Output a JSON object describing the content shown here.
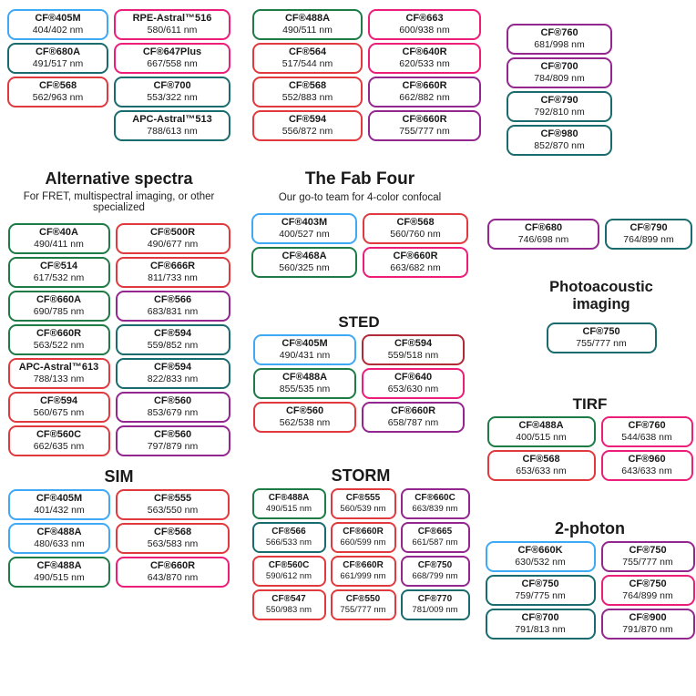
{
  "colors": {
    "blue": "#3FA9F5",
    "green": "#1E7B45",
    "teal": "#1A6B6E",
    "red": "#E03A3E",
    "crimson": "#B12A37",
    "pink": "#EC1E79",
    "purple": "#93278F"
  },
  "groups": {
    "top_left": {
      "columns": [
        [
          {
            "name": "CF®405M",
            "value": "404/402 nm",
            "color": "blue"
          },
          {
            "name": "CF®680A",
            "value": "491/517 nm",
            "color": "teal"
          },
          {
            "name": "CF®568",
            "value": "562/963 nm",
            "color": "red"
          }
        ],
        [
          {
            "name": "RPE-Astral™516",
            "value": "580/611 nm",
            "color": "pink"
          },
          {
            "name": "CF®647Plus",
            "value": "667/558 nm",
            "color": "pink"
          },
          {
            "name": "CF®700",
            "value": "553/322 nm",
            "color": "teal"
          },
          {
            "name": "APC-Astral™513",
            "value": "788/613 nm",
            "color": "teal"
          }
        ]
      ]
    },
    "top_mid": {
      "columns": [
        [
          {
            "name": "CF®488A",
            "value": "490/511 nm",
            "color": "green"
          },
          {
            "name": "CF®564",
            "value": "517/544 nm",
            "color": "red"
          },
          {
            "name": "CF®568",
            "value": "552/883 nm",
            "color": "red"
          },
          {
            "name": "CF®594",
            "value": "556/872 nm",
            "color": "red"
          }
        ],
        [
          {
            "name": "CF®663",
            "value": "600/938 nm",
            "color": "pink"
          },
          {
            "name": "CF®640R",
            "value": "620/533 nm",
            "color": "pink"
          },
          {
            "name": "CF®660R",
            "value": "662/882 nm",
            "color": "purple"
          },
          {
            "name": "CF®660R",
            "value": "755/777 nm",
            "color": "purple"
          }
        ]
      ]
    },
    "top_right": {
      "columns": [
        [
          {
            "name": "CF®760",
            "value": "681/998 nm",
            "color": "purple"
          },
          {
            "name": "CF®700",
            "value": "784/809 nm",
            "color": "purple"
          },
          {
            "name": "CF®790",
            "value": "792/810 nm",
            "color": "teal"
          },
          {
            "name": "CF®980",
            "value": "852/870 nm",
            "color": "teal"
          }
        ]
      ]
    },
    "alt_spectra": {
      "title": "Alternative spectra",
      "subtitle": "For FRET, multispectral imaging, or other specialized",
      "columns": [
        [
          {
            "name": "CF®40A",
            "value": "490/411 nm",
            "color": "green"
          },
          {
            "name": "CF®514",
            "value": "617/532 nm",
            "color": "green"
          },
          {
            "name": "CF®660A",
            "value": "690/785 nm",
            "color": "green"
          },
          {
            "name": "CF®660R",
            "value": "563/522 nm",
            "color": "green"
          },
          {
            "name": "APC-Astral™613",
            "value": "788/133 nm",
            "color": "red"
          },
          {
            "name": "CF®594",
            "value": "560/675 nm",
            "color": "red"
          },
          {
            "name": "CF®560C",
            "value": "662/635 nm",
            "color": "red"
          }
        ],
        [
          {
            "name": "CF®500R",
            "value": "490/677 nm",
            "color": "red"
          },
          {
            "name": "CF®666R",
            "value": "811/733 nm",
            "color": "red"
          },
          {
            "name": "CF®566",
            "value": "683/831 nm",
            "color": "purple"
          },
          {
            "name": "CF®594",
            "value": "559/852 nm",
            "color": "teal"
          },
          {
            "name": "CF®594",
            "value": "822/833 nm",
            "color": "teal"
          },
          {
            "name": "CF®560",
            "value": "853/679 nm",
            "color": "purple"
          },
          {
            "name": "CF®560",
            "value": "797/879 nm",
            "color": "purple"
          }
        ]
      ]
    },
    "fab_four": {
      "title": "The Fab Four",
      "subtitle": "Our go-to team for 4-color confocal",
      "columns": [
        [
          {
            "name": "CF®403M",
            "value": "400/527 nm",
            "color": "blue"
          },
          {
            "name": "CF®468A",
            "value": "560/325 nm",
            "color": "green"
          }
        ],
        [
          {
            "name": "CF®568",
            "value": "560/760 nm",
            "color": "red"
          },
          {
            "name": "CF®660R",
            "value": "663/682 nm",
            "color": "pink"
          }
        ]
      ]
    },
    "right_mid": {
      "columns": [
        [
          {
            "name": "CF®680",
            "value": "746/698 nm",
            "color": "purple"
          }
        ],
        [
          {
            "name": "CF®790",
            "value": "764/899 nm",
            "color": "teal"
          }
        ]
      ]
    },
    "photoacoustic": {
      "title": "Photoacoustic imaging",
      "columns": [
        [
          {
            "name": "CF®750",
            "value": "755/777 nm",
            "color": "teal"
          }
        ]
      ]
    },
    "sted": {
      "title": "STED",
      "columns": [
        [
          {
            "name": "CF®405M",
            "value": "490/431 nm",
            "color": "blue"
          },
          {
            "name": "CF®488A",
            "value": "855/535 nm",
            "color": "green"
          },
          {
            "name": "CF®560",
            "value": "562/538 nm",
            "color": "red"
          }
        ],
        [
          {
            "name": "CF®594",
            "value": "559/518 nm",
            "color": "crimson"
          },
          {
            "name": "CF®640",
            "value": "653/630 nm",
            "color": "pink"
          },
          {
            "name": "CF®660R",
            "value": "658/787 nm",
            "color": "purple"
          }
        ]
      ]
    },
    "tirf": {
      "title": "TIRF",
      "columns": [
        [
          {
            "name": "CF®488A",
            "value": "400/515 nm",
            "color": "green"
          },
          {
            "name": "CF®568",
            "value": "653/633 nm",
            "color": "red"
          }
        ],
        [
          {
            "name": "CF®760",
            "value": "544/638 nm",
            "color": "pink"
          },
          {
            "name": "CF®960",
            "value": "643/633 nm",
            "color": "pink"
          }
        ]
      ]
    },
    "sim": {
      "title": "SIM",
      "columns": [
        [
          {
            "name": "CF®405M",
            "value": "401/432 nm",
            "color": "blue"
          },
          {
            "name": "CF®488A",
            "value": "480/633 nm",
            "color": "blue"
          },
          {
            "name": "CF®488A",
            "value": "490/515 nm",
            "color": "green"
          }
        ],
        [
          {
            "name": "CF®555",
            "value": "563/550 nm",
            "color": "red"
          },
          {
            "name": "CF®568",
            "value": "563/583 nm",
            "color": "red"
          },
          {
            "name": "CF®660R",
            "value": "643/870 nm",
            "color": "pink"
          }
        ]
      ]
    },
    "storm": {
      "title": "STORM",
      "columns": [
        [
          {
            "name": "CF®488A",
            "value": "490/515 nm",
            "color": "green"
          },
          {
            "name": "CF®566",
            "value": "566/533 nm",
            "color": "teal"
          },
          {
            "name": "CF®560C",
            "value": "590/612 nm",
            "color": "red"
          },
          {
            "name": "CF®547",
            "value": "550/983 nm",
            "color": "red"
          }
        ],
        [
          {
            "name": "CF®555",
            "value": "560/539 nm",
            "color": "red"
          },
          {
            "name": "CF®660R",
            "value": "660/599 nm",
            "color": "red"
          },
          {
            "name": "CF®660R",
            "value": "661/999 nm",
            "color": "red"
          },
          {
            "name": "CF®550",
            "value": "755/777 nm",
            "color": "red"
          }
        ],
        [
          {
            "name": "CF®660C",
            "value": "663/839 nm",
            "color": "purple"
          },
          {
            "name": "CF®665",
            "value": "661/587 nm",
            "color": "purple"
          },
          {
            "name": "CF®750",
            "value": "668/799 nm",
            "color": "purple"
          },
          {
            "name": "CF®770",
            "value": "781/009 nm",
            "color": "teal"
          }
        ]
      ]
    },
    "two_photon": {
      "title": "2-photon",
      "columns": [
        [
          {
            "name": "CF®660K",
            "value": "630/532 nm",
            "color": "blue"
          },
          {
            "name": "CF®750",
            "value": "759/775 nm",
            "color": "teal"
          },
          {
            "name": "CF®700",
            "value": "791/813 nm",
            "color": "teal"
          }
        ],
        [
          {
            "name": "CF®750",
            "value": "755/777 nm",
            "color": "purple"
          },
          {
            "name": "CF®750",
            "value": "764/899 nm",
            "color": "pink"
          },
          {
            "name": "CF®900",
            "value": "791/870 nm",
            "color": "purple"
          }
        ]
      ]
    }
  }
}
